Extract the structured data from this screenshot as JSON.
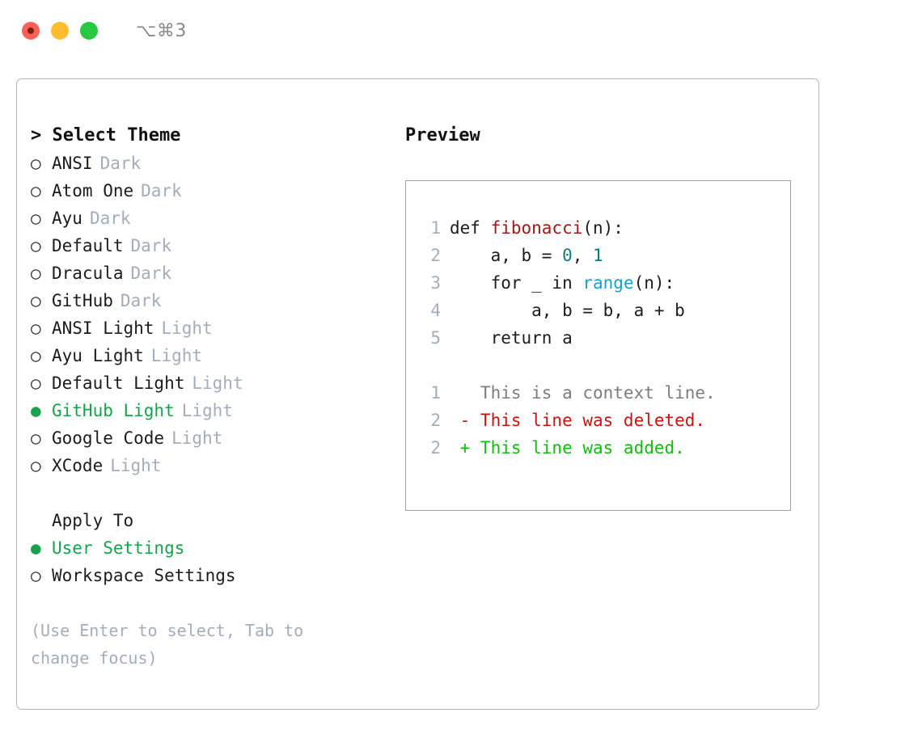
{
  "titlebar": {
    "shortcut": "⌥⌘3",
    "lights": [
      {
        "name": "close",
        "color": "#ff5f57"
      },
      {
        "name": "minimize",
        "color": "#febc2e"
      },
      {
        "name": "maximize",
        "color": "#28c840"
      }
    ]
  },
  "theme_list": {
    "title": "> Select Theme",
    "items": [
      {
        "bullet": "○",
        "label": "ANSI",
        "kind": "Dark",
        "selected": false
      },
      {
        "bullet": "○",
        "label": "Atom One",
        "kind": "Dark",
        "selected": false
      },
      {
        "bullet": "○",
        "label": "Ayu",
        "kind": "Dark",
        "selected": false
      },
      {
        "bullet": "○",
        "label": "Default",
        "kind": "Dark",
        "selected": false
      },
      {
        "bullet": "○",
        "label": "Dracula",
        "kind": "Dark",
        "selected": false
      },
      {
        "bullet": "○",
        "label": "GitHub",
        "kind": "Dark",
        "selected": false
      },
      {
        "bullet": "○",
        "label": "ANSI Light",
        "kind": "Light",
        "selected": false
      },
      {
        "bullet": "○",
        "label": "Ayu Light",
        "kind": "Light",
        "selected": false
      },
      {
        "bullet": "○",
        "label": "Default Light",
        "kind": "Light",
        "selected": false
      },
      {
        "bullet": "●",
        "label": "GitHub Light",
        "kind": "Light",
        "selected": true
      },
      {
        "bullet": "○",
        "label": "Google Code",
        "kind": "Light",
        "selected": false
      },
      {
        "bullet": "○",
        "label": "XCode",
        "kind": "Light",
        "selected": false
      }
    ]
  },
  "apply_to": {
    "header": "Apply To",
    "items": [
      {
        "bullet": "●",
        "label": "User Settings",
        "selected": true
      },
      {
        "bullet": "○",
        "label": "Workspace Settings",
        "selected": false
      }
    ]
  },
  "hint": {
    "line1": "(Use Enter to select, Tab to",
    "line2": "change focus)"
  },
  "preview": {
    "title": "Preview",
    "code_lines": [
      {
        "no": "1",
        "segments": [
          {
            "t": "def ",
            "cls": "code-text"
          },
          {
            "t": "fibonacci",
            "cls": "tok-fn"
          },
          {
            "t": "(n):",
            "cls": "code-text"
          }
        ]
      },
      {
        "no": "2",
        "segments": [
          {
            "t": "    a, b = ",
            "cls": "code-text"
          },
          {
            "t": "0",
            "cls": "tok-num"
          },
          {
            "t": ", ",
            "cls": "code-text"
          },
          {
            "t": "1",
            "cls": "tok-num"
          }
        ]
      },
      {
        "no": "3",
        "segments": [
          {
            "t": "    for _ in ",
            "cls": "code-text"
          },
          {
            "t": "range",
            "cls": "tok-call"
          },
          {
            "t": "(n):",
            "cls": "code-text"
          }
        ]
      },
      {
        "no": "4",
        "segments": [
          {
            "t": "        a, b = b, a + b",
            "cls": "code-text"
          }
        ]
      },
      {
        "no": "5",
        "segments": [
          {
            "t": "    return a",
            "cls": "code-text"
          }
        ]
      }
    ],
    "diff_lines": [
      {
        "no": "1",
        "text": "   This is a context line.",
        "cls": "diff-ctx"
      },
      {
        "no": "2",
        "text": " - This line was deleted.",
        "cls": "diff-del"
      },
      {
        "no": "2",
        "text": " + This line was added.",
        "cls": "diff-add"
      }
    ]
  },
  "colors": {
    "accent_green": "#16a34a",
    "muted_gray": "#a3adbb",
    "panel_border": "#aeb6c2",
    "preview_border": "#9aa4b2",
    "fn_red": "#a31818",
    "num_teal": "#0e7c7b",
    "call_blue": "#1a9fd4",
    "diff_delete": "#cc1111",
    "diff_add": "#0ebd0e",
    "diff_context": "#7d7d7d"
  }
}
